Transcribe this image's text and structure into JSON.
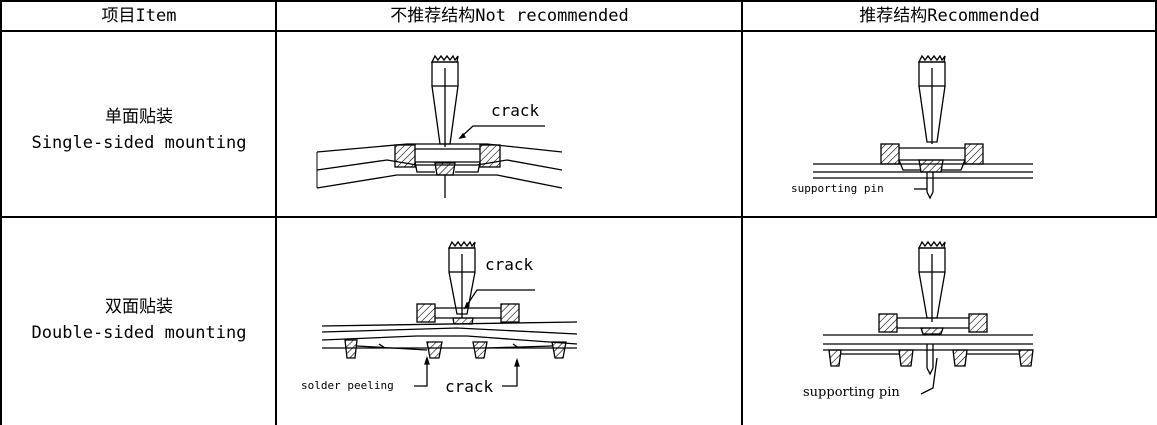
{
  "table": {
    "headers": [
      "项目Item",
      "不推荐结构Not recommended",
      "推荐结构Recommended"
    ],
    "rows": [
      {
        "item_cn": "单面贴装",
        "item_en": "Single-sided mounting",
        "bad_labels": {
          "crack": "crack"
        },
        "good_labels": {
          "pin": "supporting pin"
        }
      },
      {
        "item_cn": "双面贴装",
        "item_en": "Double-sided mounting",
        "bad_labels": {
          "crack_top": "crack",
          "peeling": "solder peeling",
          "crack_bottom": "crack"
        },
        "good_labels": {
          "pin": "supporting pin"
        }
      }
    ]
  },
  "colors": {
    "line": "#000000",
    "background": "#ffffff"
  }
}
